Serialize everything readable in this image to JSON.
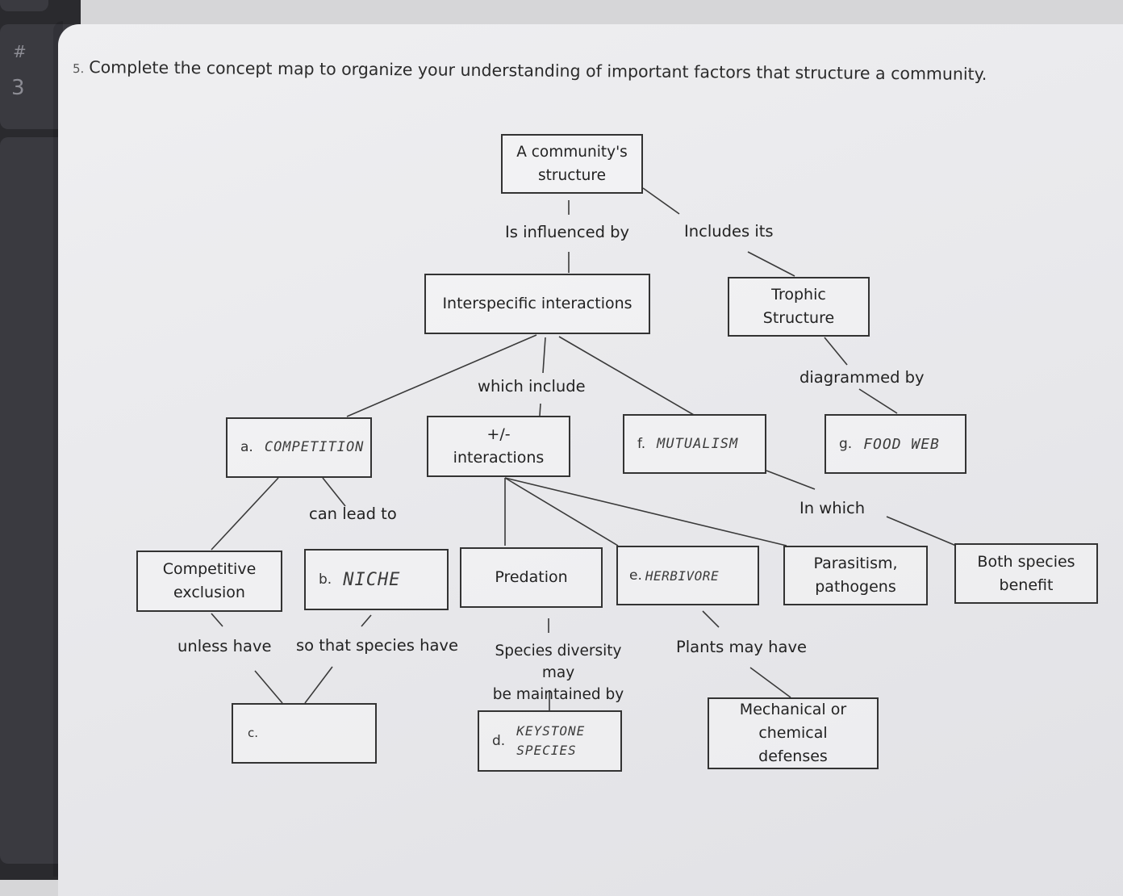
{
  "question": {
    "number": "5.",
    "text": "Complete the concept map to organize your understanding of important factors that structure a community."
  },
  "keyboard": {
    "key_hash": "#",
    "key_three": "3"
  },
  "nodes": {
    "community_structure": "A community's\nstructure",
    "interspecific": "Interspecific interactions",
    "trophic": "Trophic\nStructure",
    "pm_interactions": "+/-\ninteractions",
    "competitive_exclusion": "Competitive\nexclusion",
    "predation": "Predation",
    "parasitism": "Parasitism,\npathogens",
    "both_benefit": "Both species\nbenefit",
    "defenses": "Mechanical or\nchemical\ndefenses"
  },
  "answers": {
    "a": {
      "letter": "a.",
      "answer": "COMPETITION"
    },
    "b": {
      "letter": "b.",
      "answer": "NICHE"
    },
    "c": {
      "letter": "c.",
      "answer": ""
    },
    "d": {
      "letter": "d.",
      "answer": "KEYSTONE\nSPECIES"
    },
    "e": {
      "letter": "e.",
      "answer": "HERBIVORE"
    },
    "f": {
      "letter": "f.",
      "answer": "MUTUALISM"
    },
    "g": {
      "letter": "g.",
      "answer": "FOOD WEB"
    }
  },
  "links": {
    "is_influenced_by": "Is influenced by",
    "includes_its": "Includes its",
    "which_include": "which include",
    "diagrammed_by": "diagrammed by",
    "can_lead_to": "can lead to",
    "in_which": "In which",
    "unless_have": "unless have",
    "so_that": "so that species have",
    "species_diversity": "Species diversity may\nbe maintained by",
    "plants_may_have": "Plants may have"
  }
}
